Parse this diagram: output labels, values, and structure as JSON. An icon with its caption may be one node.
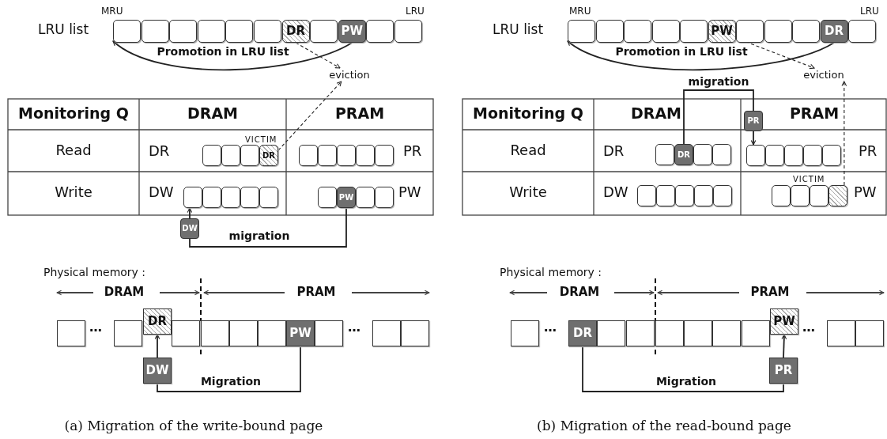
{
  "diagram": {
    "nodes": [
      {
        "text": [],
        "shape": "box"
      },
      {
        "text": [],
        "shape": "box"
      },
      {
        "text": [],
        "shape": "box"
      },
      {
        "text": [],
        "shape": "box"
      },
      {
        "text": [],
        "shape": "box"
      },
      {
        "text": [],
        "shape": "box"
      },
      {
        "text": [
          "DR"
        ]
      },
      {
        "text": [],
        "shape": "box"
      },
      {
        "text": [
          "PW"
        ]
      },
      {
        "text": [],
        "shape": "box"
      },
      {
        "text": [],
        "shape": "box"
      },
      {
        "text": [
          "eviction"
        ]
      },
      {
        "text": [],
        "shape": "box"
      },
      {
        "text": [],
        "shape": "box"
      },
      {
        "text": [],
        "shape": "box"
      },
      {
        "text": [
          "DR"
        ],
        "beside": [
          "VICTIM"
        ]
      },
      {
        "text": [],
        "shape": "box"
      },
      {
        "text": [],
        "shape": "box"
      },
      {
        "text": [],
        "shape": "box"
      },
      {
        "text": [],
        "shape": "box"
      },
      {
        "text": [],
        "shape": "box"
      },
      {
        "text": [],
        "shape": "box"
      },
      {
        "text": [],
        "shape": "box"
      },
      {
        "text": [],
        "shape": "box"
      },
      {
        "text": [],
        "shape": "box"
      },
      {
        "text": [],
        "shape": "box"
      },
      {
        "text": [],
        "shape": "box"
      },
      {
        "text": [
          "PW"
        ]
      },
      {
        "text": [],
        "shape": "box"
      },
      {
        "text": [],
        "shape": "box"
      },
      {
        "text": [
          "DW"
        ]
      },
      {
        "text": [],
        "shape": "box"
      },
      {
        "text": [],
        "shape": "box"
      },
      {
        "text": [
          "DR"
        ]
      },
      {
        "text": [],
        "shape": "box"
      },
      {
        "text": [],
        "shape": "box"
      },
      {
        "text": [],
        "shape": "box"
      },
      {
        "text": [],
        "shape": "box"
      },
      {
        "text": [
          "PW"
        ]
      },
      {
        "text": [],
        "shape": "box"
      },
      {
        "text": [],
        "shape": "box"
      },
      {
        "text": [],
        "shape": "box"
      },
      {
        "text": [
          "DW"
        ]
      },
      {
        "text": [],
        "shape": "box"
      },
      {
        "text": [],
        "shape": "box"
      },
      {
        "text": [],
        "shape": "box"
      },
      {
        "text": [],
        "shape": "box"
      },
      {
        "text": [],
        "shape": "box"
      },
      {
        "text": [
          "PW"
        ]
      },
      {
        "text": [],
        "shape": "box"
      },
      {
        "text": [],
        "shape": "box"
      },
      {
        "text": [],
        "shape": "box"
      },
      {
        "text": [
          "DR"
        ]
      },
      {
        "text": [],
        "shape": "box"
      },
      {
        "text": [
          "eviction"
        ]
      },
      {
        "text": [
          "PR"
        ]
      },
      {
        "text": [],
        "shape": "box"
      },
      {
        "text": [
          "DR"
        ]
      },
      {
        "text": [],
        "shape": "box"
      },
      {
        "text": [],
        "shape": "box"
      },
      {
        "text": [],
        "shape": "box"
      },
      {
        "text": [],
        "shape": "box"
      },
      {
        "text": [],
        "shape": "box"
      },
      {
        "text": [],
        "shape": "box"
      },
      {
        "text": [],
        "shape": "box"
      },
      {
        "text": [],
        "shape": "box"
      },
      {
        "text": [],
        "shape": "box"
      },
      {
        "text": [],
        "shape": "box"
      },
      {
        "text": [],
        "shape": "box"
      },
      {
        "text": [],
        "shape": "box"
      },
      {
        "text": [],
        "shape": "box"
      },
      {
        "text": [],
        "shape": "box"
      },
      {
        "text": [],
        "shape": "box"
      },
      {
        "text": [],
        "shape": "box",
        "beside": [
          "VICTIM"
        ]
      },
      {
        "text": [],
        "shape": "box"
      },
      {
        "text": [
          "DR"
        ]
      },
      {
        "text": [],
        "shape": "box"
      },
      {
        "text": [],
        "shape": "box"
      },
      {
        "text": [],
        "shape": "box"
      },
      {
        "text": [],
        "shape": "box"
      },
      {
        "text": [],
        "shape": "box"
      },
      {
        "text": [],
        "shape": "box"
      },
      {
        "text": [
          "PW"
        ]
      },
      {
        "text": [],
        "shape": "box"
      },
      {
        "text": [],
        "shape": "box"
      },
      {
        "text": [
          "PR"
        ]
      }
    ],
    "edges": [
      {
        "from": 8,
        "to": 0,
        "arrow": "to",
        "label": "Promotion in LRU list"
      },
      {
        "from": 6,
        "to": 11,
        "arrow": "to",
        "style": "dashed"
      },
      {
        "from": 15,
        "to": 11,
        "arrow": "to",
        "style": "dashed"
      },
      {
        "from": 27,
        "to": 30,
        "arrow": "none",
        "label": "migration"
      },
      {
        "from": 30,
        "to": 21,
        "arrow": "to"
      },
      {
        "from": 38,
        "to": 42,
        "arrow": "none",
        "label": "Migration"
      },
      {
        "from": 42,
        "to": 33,
        "arrow": "to"
      },
      {
        "from": 52,
        "to": 43,
        "arrow": "to",
        "label": "Promotion in LRU list"
      },
      {
        "from": 48,
        "to": 54,
        "arrow": "to",
        "style": "dashed"
      },
      {
        "from": 73,
        "to": 54,
        "arrow": "to",
        "style": "dashed"
      },
      {
        "from": 57,
        "to": 55,
        "arrow": "none",
        "label": "migration"
      },
      {
        "from": 55,
        "to": 60,
        "arrow": "to"
      },
      {
        "from": 75,
        "to": 85,
        "arrow": "none",
        "label": "Migration"
      },
      {
        "from": 85,
        "to": 82,
        "arrow": "to"
      }
    ],
    "labels": [
      "MRU",
      "LRU",
      "LRU list",
      "Monitoring Q",
      "DRAM",
      "PRAM",
      "Read",
      "DR",
      "PR",
      "Write",
      "DW",
      "PW",
      "Physical memory :",
      "DRAM",
      "PRAM",
      "…",
      "…",
      "(a) Migration of the write-bound page",
      "MRU",
      "LRU",
      "LRU list",
      "Monitoring Q",
      "DRAM",
      "PRAM",
      "Read",
      "DR",
      "PR",
      "Write",
      "DW",
      "PW",
      "Physical memory :",
      "DRAM",
      "PRAM",
      "…",
      "…",
      "(b) Migration of the read-bound page"
    ]
  }
}
